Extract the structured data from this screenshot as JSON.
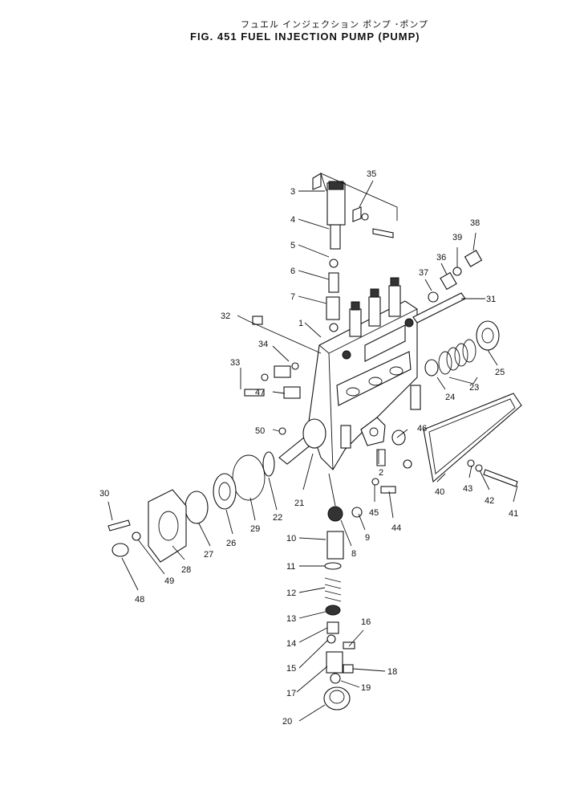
{
  "header": {
    "title_jp": "フュエル インジェクション ポンプ ･ポンプ",
    "title_en": "FIG. 451  FUEL  INJECTION  PUMP  (PUMP)"
  },
  "callouts": [
    "1",
    "2",
    "3",
    "4",
    "5",
    "6",
    "7",
    "8",
    "9",
    "10",
    "11",
    "12",
    "13",
    "14",
    "15",
    "16",
    "17",
    "18",
    "19",
    "20",
    "21",
    "22",
    "23",
    "24",
    "25",
    "26",
    "27",
    "28",
    "29",
    "30",
    "31",
    "32",
    "33",
    "34",
    "35",
    "36",
    "37",
    "38",
    "39",
    "40",
    "41",
    "42",
    "43",
    "44",
    "45",
    "46",
    "47",
    "48",
    "49",
    "50"
  ]
}
